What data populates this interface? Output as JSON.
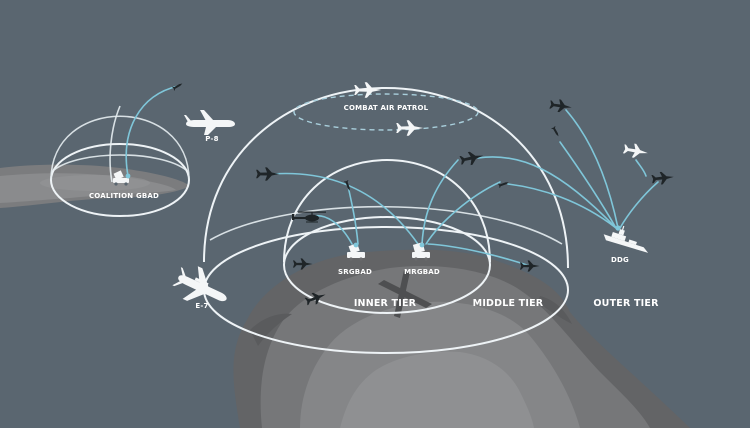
{
  "labels": {
    "combat_air_patrol": "COMBAT AIR PATROL",
    "p8": "P-8",
    "coalition_gbad": "COALITION GBAD",
    "e7": "E-7",
    "srgbad": "SRGBAD",
    "mrgbad": "MRGBAD",
    "ddg": "DDG",
    "inner_tier": "INNER TIER",
    "middle_tier": "MIDDLE TIER",
    "outer_tier": "OUTER TIER"
  },
  "colors": {
    "background": "#5a6670",
    "terrain_light": "#8a8b8d",
    "terrain_mid": "#767779",
    "terrain_dark": "#636466",
    "dome_line": "#eef3f6",
    "intercept_trail": "#7fc6d9",
    "hostile_aircraft": "#1f2528",
    "friendly_aircraft": "#f4f6f7"
  },
  "icons": {
    "hostile": "fighter-jet-icon",
    "friendly": "fighter-jet-icon",
    "ship": "destroyer-ship-icon",
    "launcher": "missile-launcher-icon",
    "helicopter": "helicopter-icon",
    "patrol_aircraft": "patrol-aircraft-icon",
    "awacs": "early-warning-aircraft-icon"
  }
}
